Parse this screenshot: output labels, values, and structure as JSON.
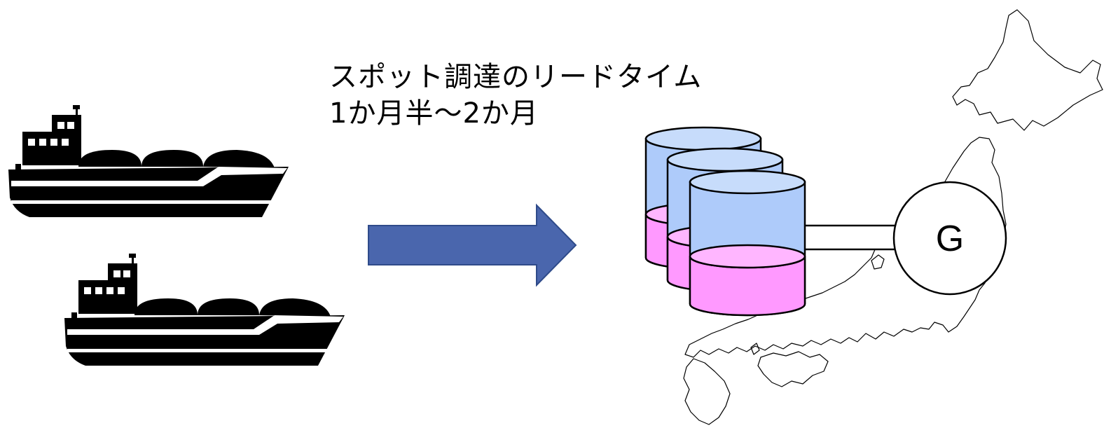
{
  "caption": {
    "line1": "スポット調達のリードタイム",
    "line2": "1か月半～2か月"
  },
  "generator": {
    "label": "G"
  },
  "icons": {
    "ship": "lng-tanker-ship-icon",
    "arrow": "right-arrow-icon",
    "tank": "storage-tank-icon",
    "map": "japan-map-outline",
    "generator": "generator-circle-icon"
  },
  "colors": {
    "arrow_fill": "#4a66ad",
    "arrow_stroke": "#2f4b8a",
    "tank_gas": "#aecbfa",
    "tank_top": "#c7dcfb",
    "tank_liquid": "#ff99ff",
    "tank_liquid_top": "#ffb6ff",
    "ship": "#000000",
    "outline": "#000000"
  }
}
